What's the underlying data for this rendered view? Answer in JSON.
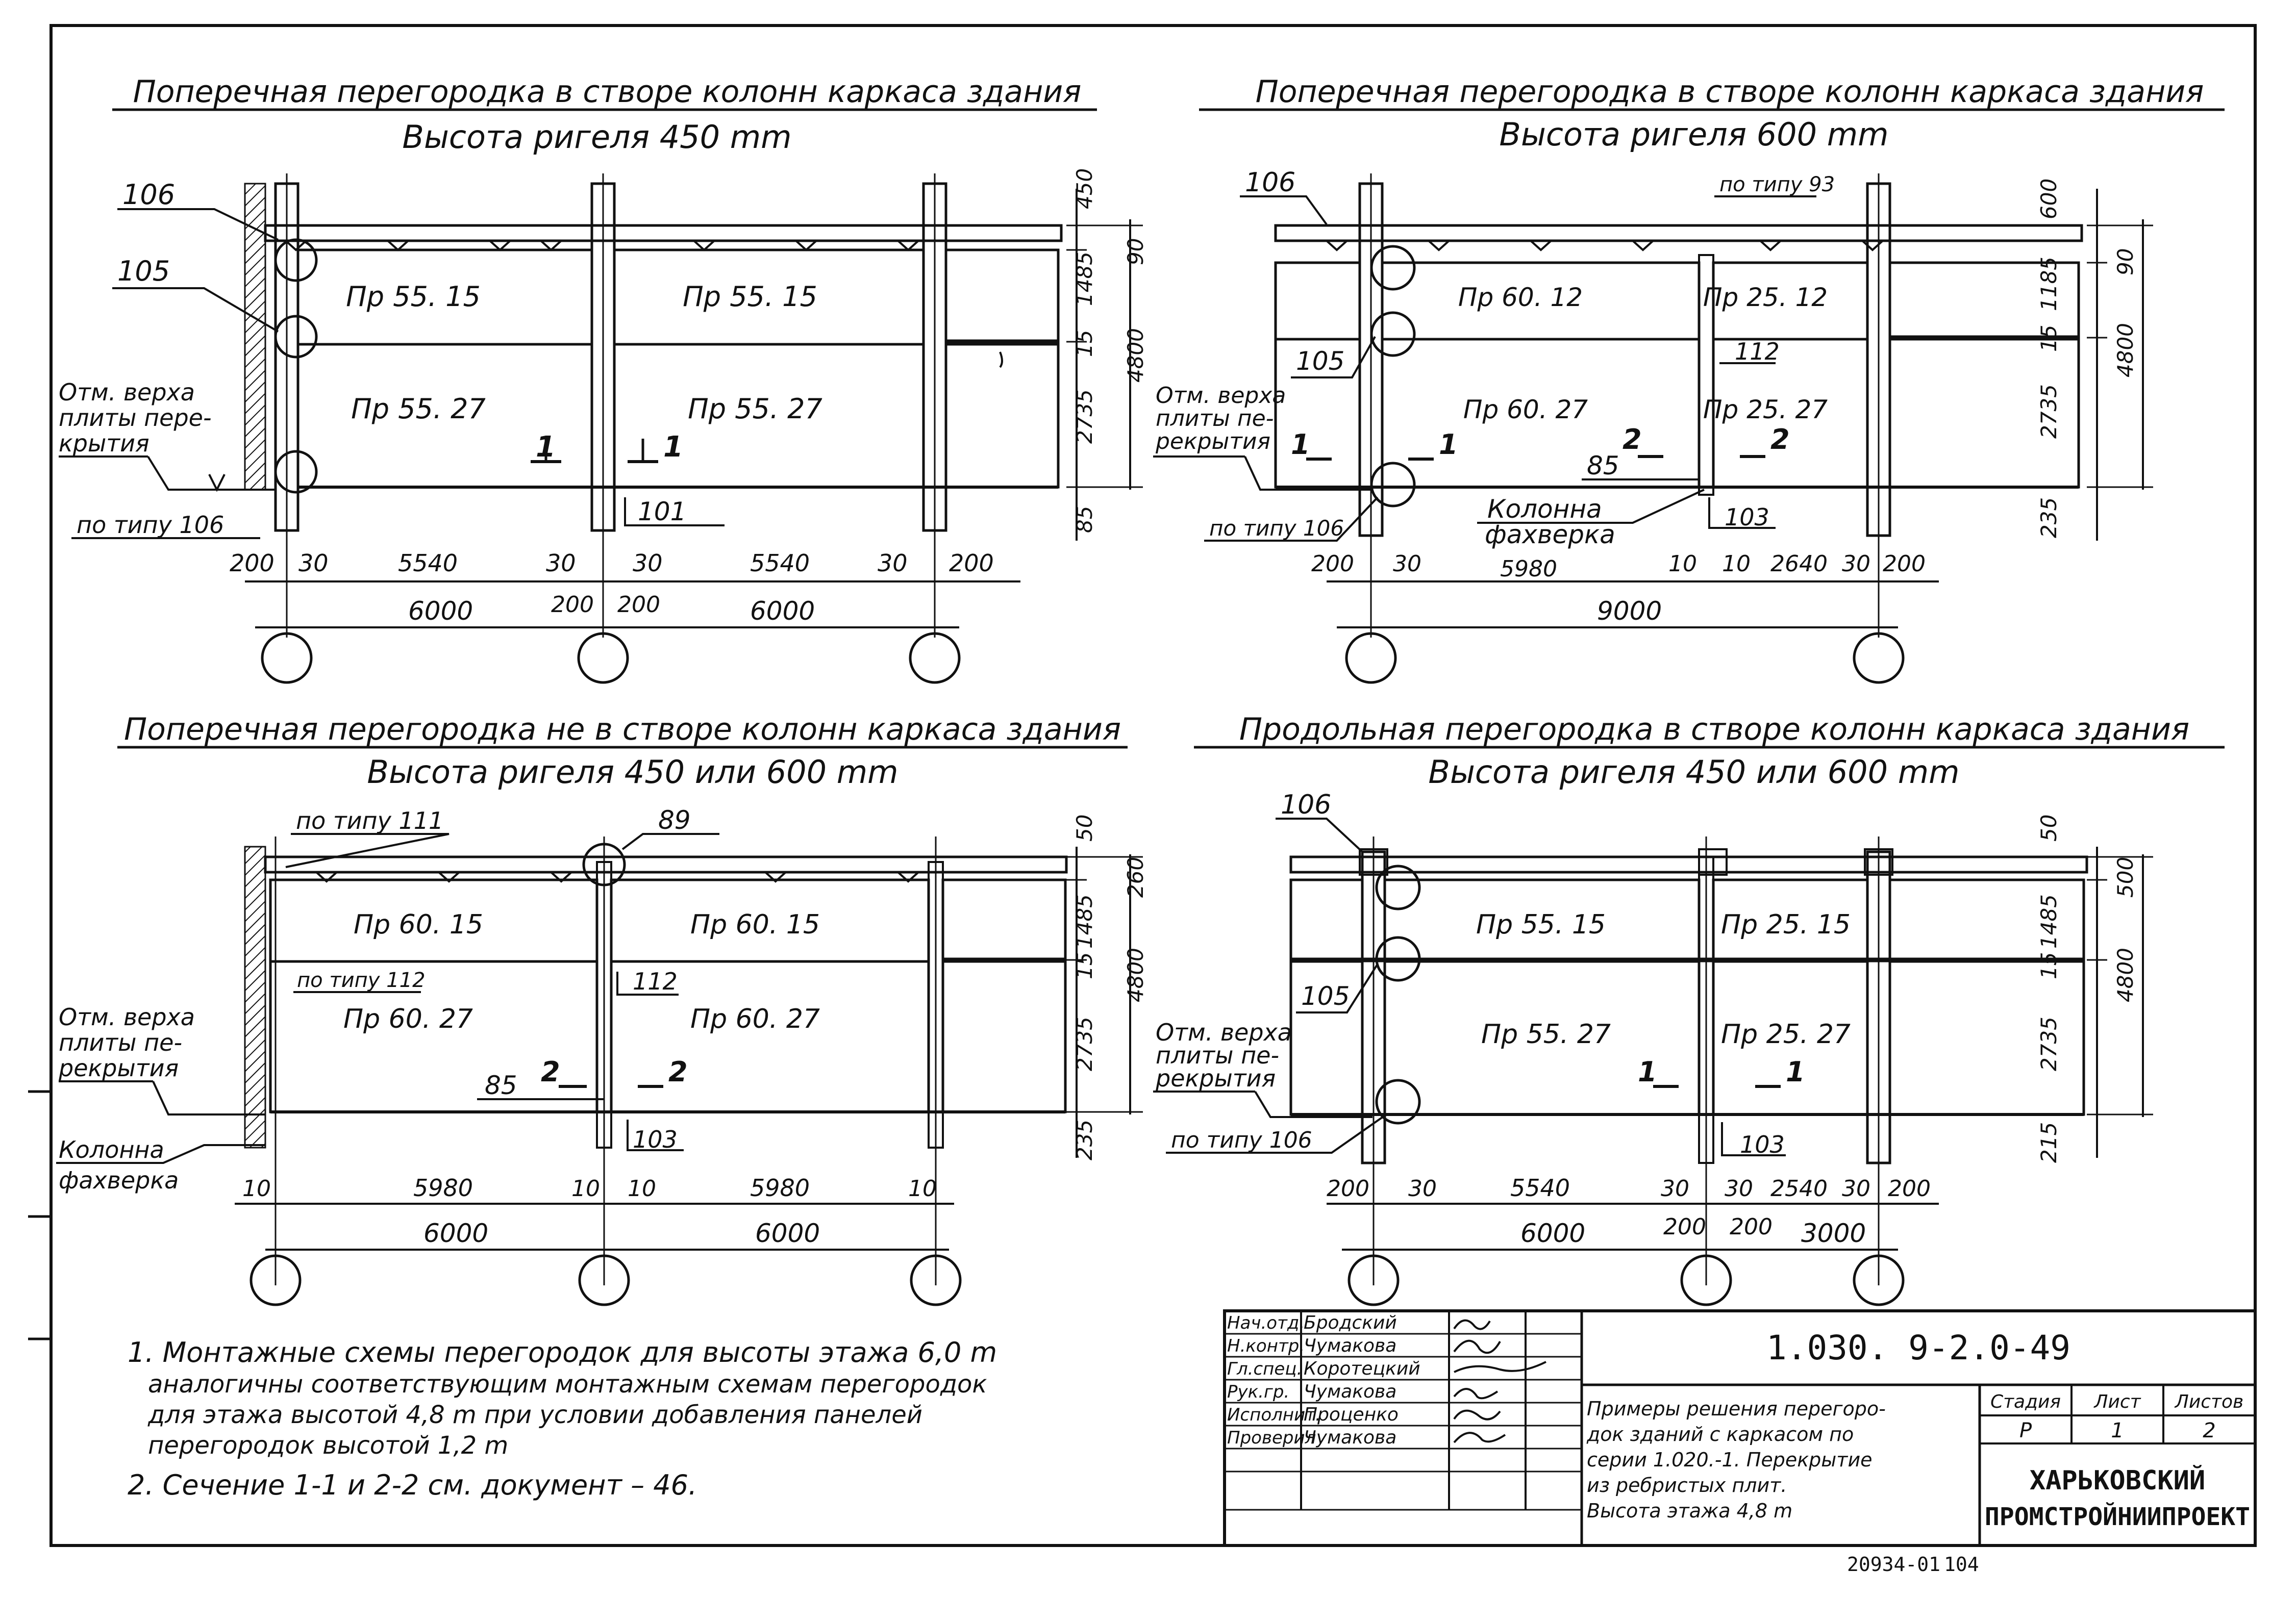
{
  "panels": [
    {
      "title": "Поперечная перегородка в створе колонн каркаса здания",
      "subtitle": "Высота ригеля 450 mm",
      "panels_upper": [
        "Пр 55. 15",
        "Пр 55. 15"
      ],
      "panels_lower": [
        "Пр 55. 27",
        "Пр 55. 27"
      ],
      "marks": [
        "106",
        "105",
        "101"
      ],
      "level_note": [
        "Отм. верха",
        "плиты пере-",
        "крытия"
      ],
      "type_note": "по типу 106",
      "sections": [
        "1",
        "1"
      ],
      "right_dims": [
        "450",
        "1485",
        "15",
        "2735",
        "85",
        "4800",
        "90"
      ],
      "bottom_dims": [
        "200",
        "30",
        "5540",
        "30",
        "30",
        "5540",
        "30",
        "200"
      ],
      "span_dims": [
        "6000",
        "200",
        "200",
        "6000"
      ]
    },
    {
      "title": "Поперечная перегородка в створе колонн каркаса здания",
      "subtitle": "Высота ригеля 600 mm",
      "panels_upper": [
        "Пр 60. 12",
        "Пр 25. 12"
      ],
      "panels_lower": [
        "Пр 60. 27",
        "Пр 25. 27"
      ],
      "marks": [
        "106",
        "105",
        "112",
        "103"
      ],
      "top_note": "по типу 93",
      "level_note": [
        "Отм. верха",
        "плиты пе-",
        "рекрытия"
      ],
      "type_note": "по типу 106",
      "column_note": [
        "Колонна",
        "фахверка"
      ],
      "sections": [
        "1",
        "1",
        "2",
        "2"
      ],
      "offset": "85",
      "right_dims": [
        "600",
        "1185",
        "15",
        "2735",
        "235",
        "4800",
        "90"
      ],
      "bottom_dims": [
        "200",
        "30",
        "5980",
        "10",
        "10",
        "2640",
        "30",
        "200"
      ],
      "span_dims": [
        "9000"
      ]
    },
    {
      "title": "Поперечная перегородка не в створе колонн каркаса здания",
      "subtitle": "Высота ригеля 450 или 600 mm",
      "panels_upper": [
        "Пр 60. 15",
        "Пр 60. 15"
      ],
      "panels_lower": [
        "Пр 60. 27",
        "Пр 60. 27"
      ],
      "marks": [
        "89",
        "112",
        "103"
      ],
      "top_note": "по типу 111",
      "mid_note": "по типу 112",
      "level_note": [
        "Отм. верха",
        "плиты пе-",
        "рекрытия"
      ],
      "column_note": [
        "Колонна",
        "фахверка"
      ],
      "sections": [
        "2",
        "2"
      ],
      "offset": "85",
      "right_dims": [
        "50",
        "1485",
        "15",
        "2735",
        "235",
        "4800",
        "260"
      ],
      "bottom_dims": [
        "10",
        "5980",
        "10",
        "10",
        "5980",
        "10"
      ],
      "span_dims": [
        "6000",
        "6000"
      ]
    },
    {
      "title": "Продольная перегородка в створе колонн каркаса здания",
      "subtitle": "Высота ригеля 450 или 600 mm",
      "panels_upper": [
        "Пр 55. 15",
        "Пр 25. 15"
      ],
      "panels_lower": [
        "Пр 55. 27",
        "Пр 25. 27"
      ],
      "marks": [
        "106",
        "105",
        "103"
      ],
      "level_note": [
        "Отм. верха",
        "плиты пе-",
        "рекрытия"
      ],
      "type_note": "по типу 106",
      "sections": [
        "1",
        "1"
      ],
      "right_dims": [
        "50",
        "1485",
        "15",
        "2735",
        "215",
        "4800",
        "500"
      ],
      "bottom_dims": [
        "200",
        "30",
        "5540",
        "30",
        "30",
        "2540",
        "30",
        "200"
      ],
      "span_dims": [
        "6000",
        "200",
        "200",
        "3000"
      ]
    }
  ],
  "notes": [
    "1. Монтажные схемы перегородок для высоты этажа 6,0 m",
    "аналогичны соответствующим монтажным схемам перегородок",
    "для этажа высотой 4,8 m при условии добавления панелей",
    "перегородок высотой 1,2 m",
    "2. Сечение 1-1 и 2-2 см. документ  – 46."
  ],
  "title_block": {
    "doc_code": "1.030. 9-2.0-49",
    "description": [
      "Примеры решения перегоро-",
      "док зданий с каркасом по",
      "серии 1.020.-1. Перекрытие",
      "из ребристых плит.",
      "Высота этажа 4,8 m"
    ],
    "roles": [
      {
        "role": "Нач.отд.",
        "name": "Бродский"
      },
      {
        "role": "Н.контр.",
        "name": "Чумакова"
      },
      {
        "role": "Гл.спец.",
        "name": "Коротецкий"
      },
      {
        "role": "Рук.гр.",
        "name": "Чумакова"
      },
      {
        "role": "Исполнит.",
        "name": "Проценко"
      },
      {
        "role": "Проверил",
        "name": "Чумакова"
      }
    ],
    "stage_headers": [
      "Стадия",
      "Лист",
      "Листов"
    ],
    "stage_values": [
      "Р",
      "1",
      "2"
    ],
    "organization": [
      "ХАРЬКОВСКИЙ",
      "ПРОМСТРОЙНИИПРОЕКТ"
    ],
    "footer_code": "20934-01",
    "footer_page": "104"
  }
}
